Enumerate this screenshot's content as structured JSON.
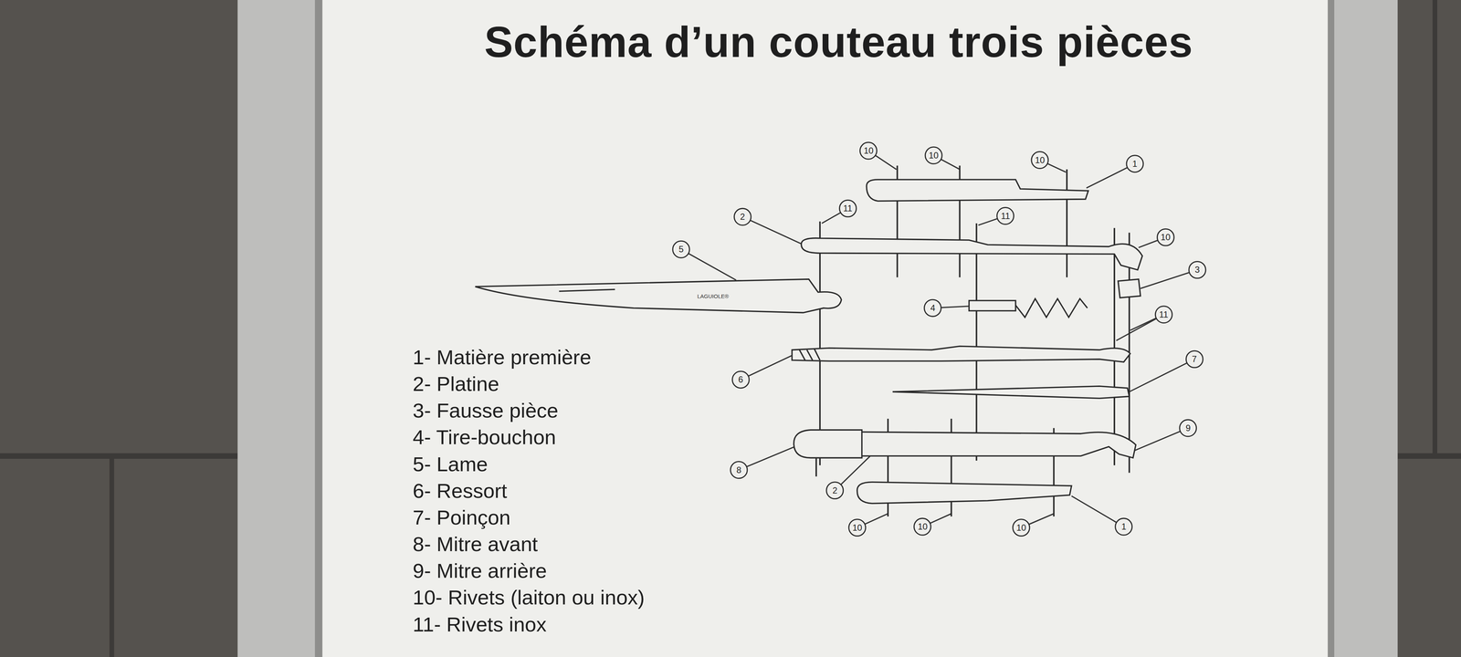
{
  "diagram": {
    "title": "Schéma d’un couteau trois pièces",
    "labels": [
      "10",
      "10",
      "10",
      "1",
      "11",
      "2",
      "11",
      "10",
      "5",
      "3",
      "4",
      "11",
      "7",
      "6",
      "9",
      "8",
      "2",
      "10",
      "10",
      "10",
      "1",
      "1- Matière première",
      "2- Platine",
      "3- Fausse pièce",
      "4- Tire-bouchon",
      "5- Lame",
      "6- Ressort",
      "7- Poinçon",
      "8- Mitre avant",
      "9- Mitre arrière",
      "10- Rivets (laiton ou inox)",
      "11- Rivets inox",
      "LAGUIOLE®"
    ]
  }
}
